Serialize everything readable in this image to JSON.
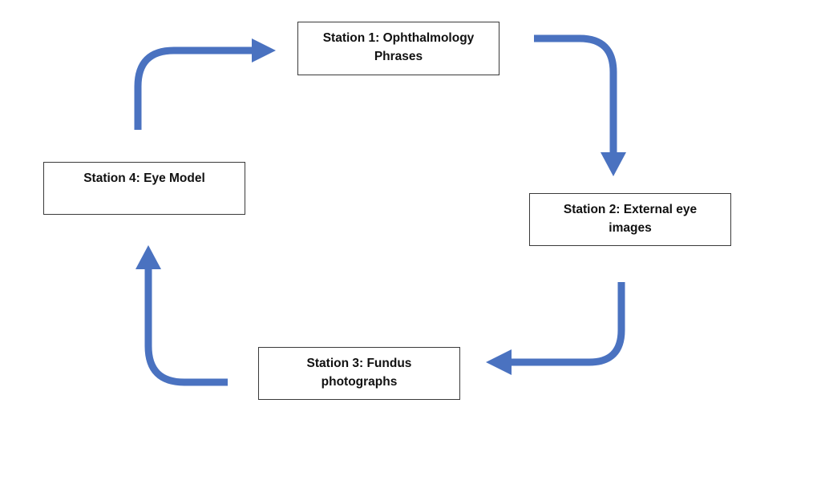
{
  "diagram": {
    "stations": [
      {
        "line1": "Station 1: Ophthalmology",
        "line2": "Phrases"
      },
      {
        "line1": "Station 2: External eye",
        "line2": "images"
      },
      {
        "line1": "Station 3: Fundus",
        "line2": "photographs"
      },
      {
        "line1": "Station 4: Eye Model",
        "line2": ""
      }
    ],
    "colors": {
      "arrow": "#4a72c0",
      "arrow_stroke": "#3a5ea8",
      "box_border": "#3a3a3a"
    }
  }
}
